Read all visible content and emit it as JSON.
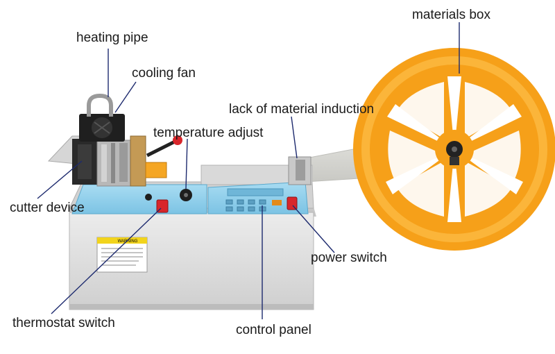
{
  "labels": {
    "heating_pipe": "heating pipe",
    "cooling_fan": "cooling fan",
    "temperature_adjust": "temperature adjust",
    "lack_of_material_induction": "lack of material induction",
    "materials_box": "materials box",
    "cutter_device": "cutter device",
    "power_switch": "power switch",
    "thermostat_switch": "thermostat switch",
    "control_panel": "control panel"
  },
  "warning_label": {
    "caption": "WARNING"
  },
  "colors": {
    "reel": "#f6a019",
    "reel_dark": "#d98208",
    "machine_body": "#dcdcdc",
    "panel": "#8fd0ec",
    "switch": "#d8262b",
    "leader_line": "#1d2a6e",
    "belt": "#d6d6d2"
  }
}
